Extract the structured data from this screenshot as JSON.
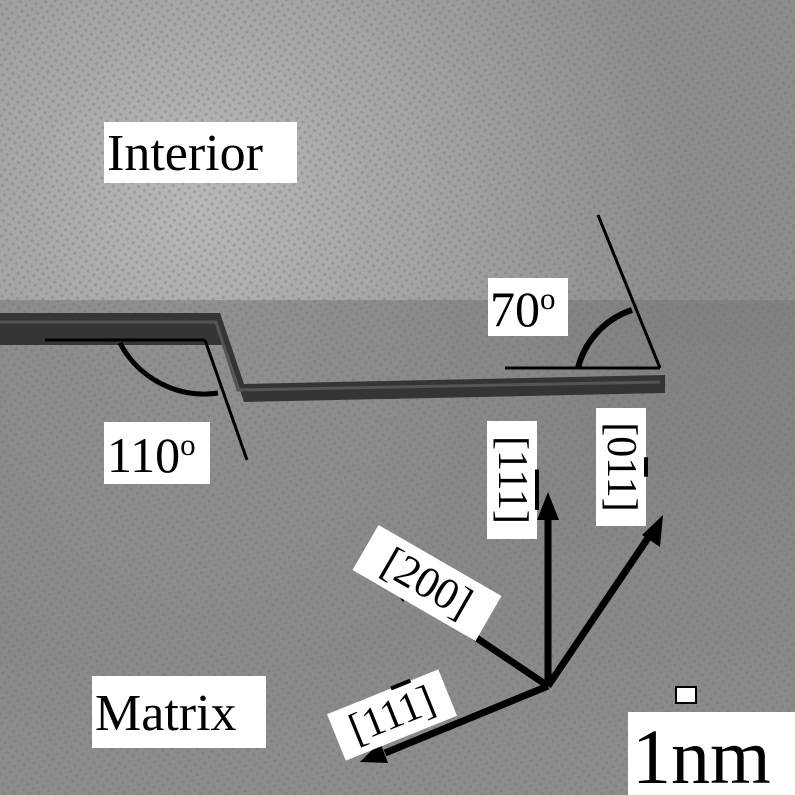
{
  "regions": {
    "top": "Interior",
    "bottom": "Matrix"
  },
  "angles": {
    "left": {
      "value": "110",
      "unit": "o"
    },
    "right": {
      "value": "70",
      "unit": "o"
    }
  },
  "directions": {
    "d200": "[200]",
    "d1m1m1": {
      "open": "[",
      "a": "1",
      "b": "1",
      "c": "1",
      "close": "]"
    },
    "d0m11": {
      "open": "[",
      "a": "0",
      "b": "1",
      "c": "1",
      "close": "]"
    },
    "d11m1": {
      "open": "[",
      "a": "1",
      "b": "1",
      "c": "1",
      "close": "]"
    }
  },
  "scale_bar": {
    "value": "1",
    "unit": "nm"
  },
  "colors": {
    "background_gray": "#8a8a8a",
    "interface_dark": "#2b2b2b",
    "ink": "#000000",
    "label_bg": "#ffffff"
  }
}
